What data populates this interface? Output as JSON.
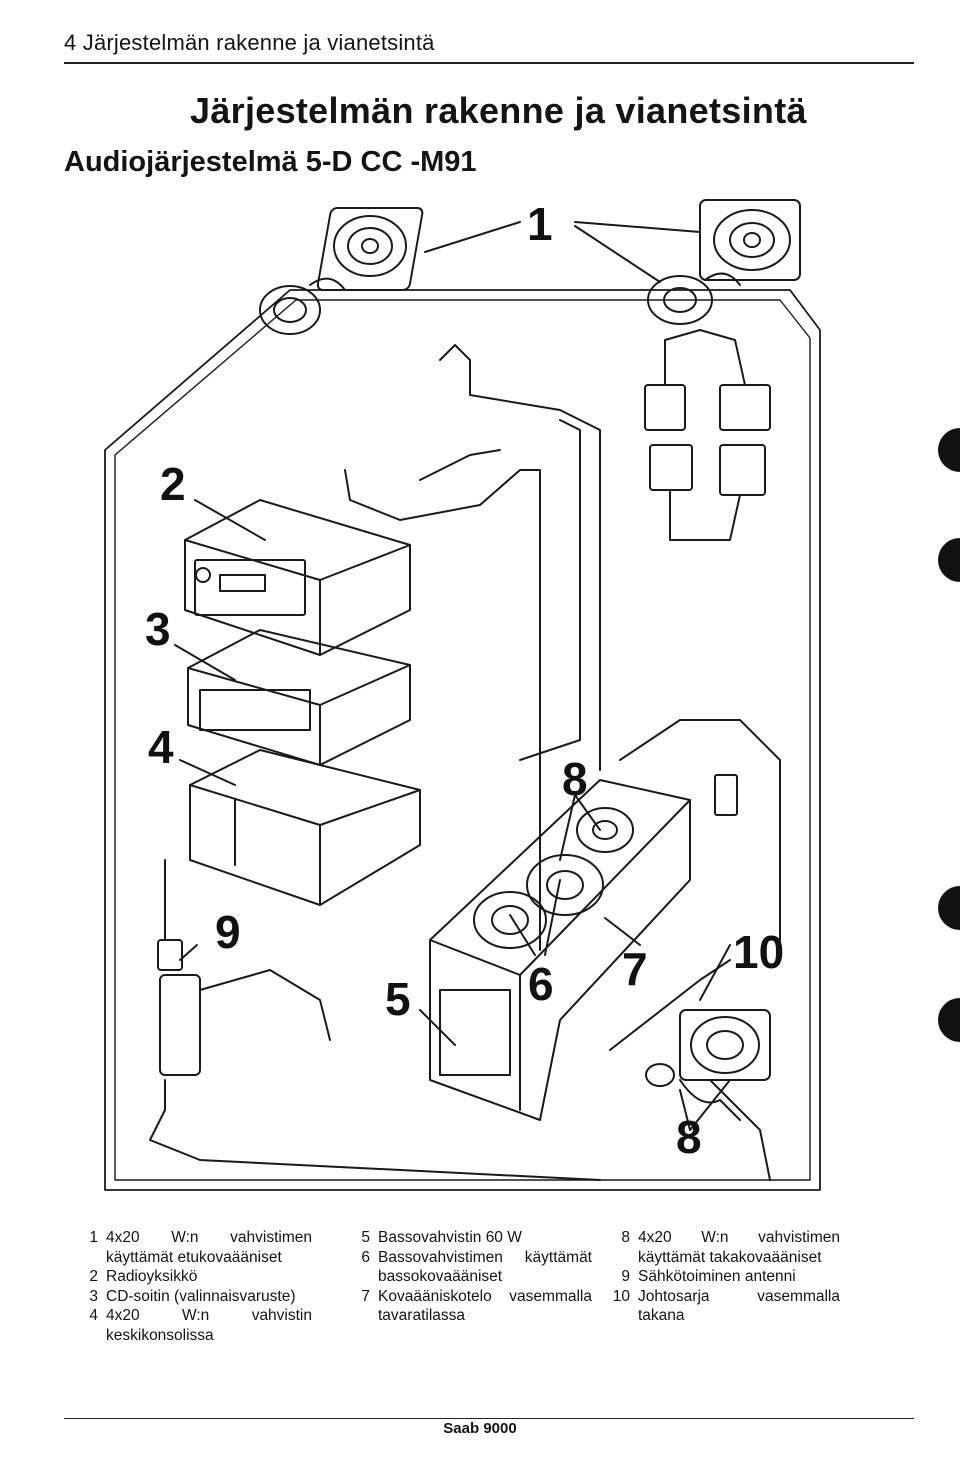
{
  "header": {
    "running_title": "4  Järjestelmän rakenne ja vianetsintä"
  },
  "title": "Järjestelmän rakenne ja vianetsintä",
  "subtitle": "Audiojärjestelmä 5-D CC -M91",
  "diagram": {
    "callouts": [
      "1",
      "2",
      "3",
      "4",
      "5",
      "6",
      "7",
      "8",
      "8",
      "9",
      "10"
    ]
  },
  "legend": {
    "column1": [
      {
        "num": "1",
        "text": "4x20 W:n vahvistimen käyttämät etukovaääniset"
      },
      {
        "num": "2",
        "text": "Radioyksikkö"
      },
      {
        "num": "3",
        "text": "CD-soitin (valinnaisvaruste)"
      },
      {
        "num": "4",
        "text": "4x20 W:n vahvistin keskikonsolissa"
      }
    ],
    "column2": [
      {
        "num": "5",
        "text": "Bassovahvistin 60 W"
      },
      {
        "num": "6",
        "text": "Bassovahvistimen käyttämät bassokovaääniset"
      },
      {
        "num": "7",
        "text": "Kovaääniskotelo vasemmalla tavaratilassa"
      }
    ],
    "column3": [
      {
        "num": "8",
        "text": "4x20 W:n vahvistimen käyttämät takakovaääniset"
      },
      {
        "num": "9",
        "text": "Sähkötoiminen antenni"
      },
      {
        "num": "10",
        "text": "Johtosarja vasemmalla takana"
      }
    ]
  },
  "footer": {
    "text": "Saab 9000"
  },
  "colors": {
    "ink": "#141414",
    "paper": "#ffffff",
    "tab": "#111111"
  }
}
